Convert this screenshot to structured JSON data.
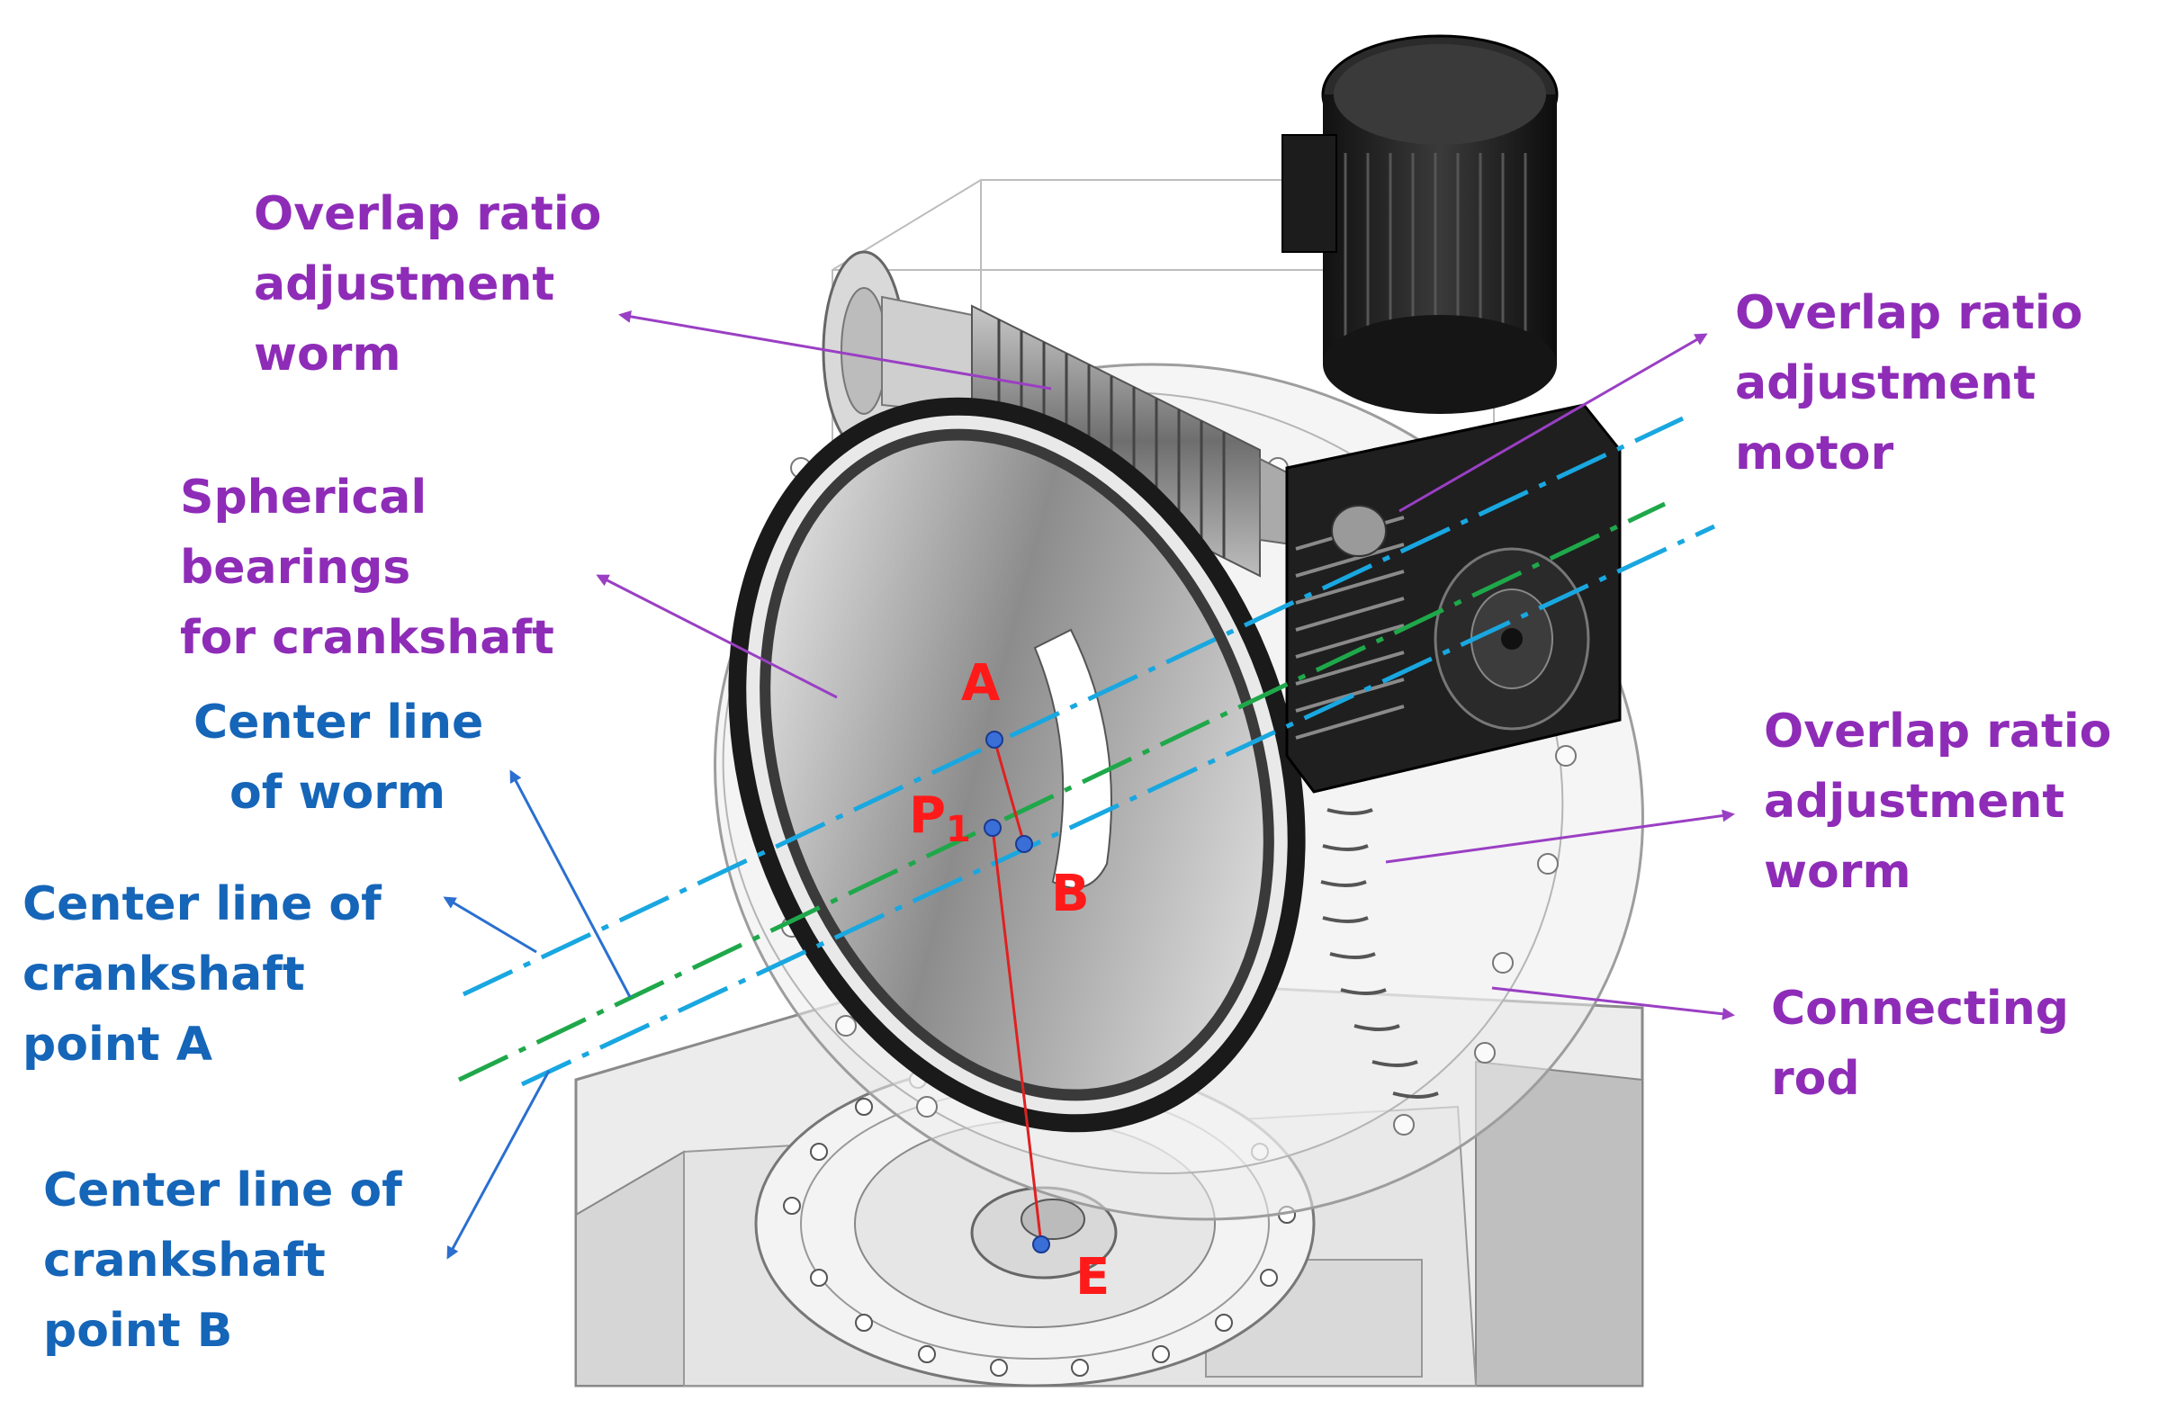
{
  "labels": {
    "worm_top": [
      "Overlap ratio",
      "adjustment",
      "worm"
    ],
    "motor": [
      "Overlap ratio",
      "adjustment",
      "motor"
    ],
    "bearings": [
      "Spherical",
      "bearings",
      "for crankshaft"
    ],
    "worm_right": [
      "Overlap ratio",
      "adjustment",
      "worm"
    ],
    "connecting_rod": [
      "Connecting",
      "rod"
    ],
    "center_worm": [
      "Center line",
      "of worm"
    ],
    "center_a": [
      "Center line of",
      "crankshaft",
      "point A"
    ],
    "center_b": [
      "Center line of",
      "crankshaft",
      "point B"
    ]
  },
  "points": {
    "A": "A",
    "B": "B",
    "P1": "P",
    "P1_sub": "1",
    "E": "E"
  },
  "colors": {
    "purple_label": "#8e2cb8",
    "blue_label": "#1565b8",
    "point_label": "#ff1a1a",
    "line_cyan": "#19a7e0",
    "line_green": "#1fa84a",
    "arrow_purple": "#9a3fc4",
    "arrow_blue": "#2a6fd0",
    "link_red": "#e02020"
  }
}
